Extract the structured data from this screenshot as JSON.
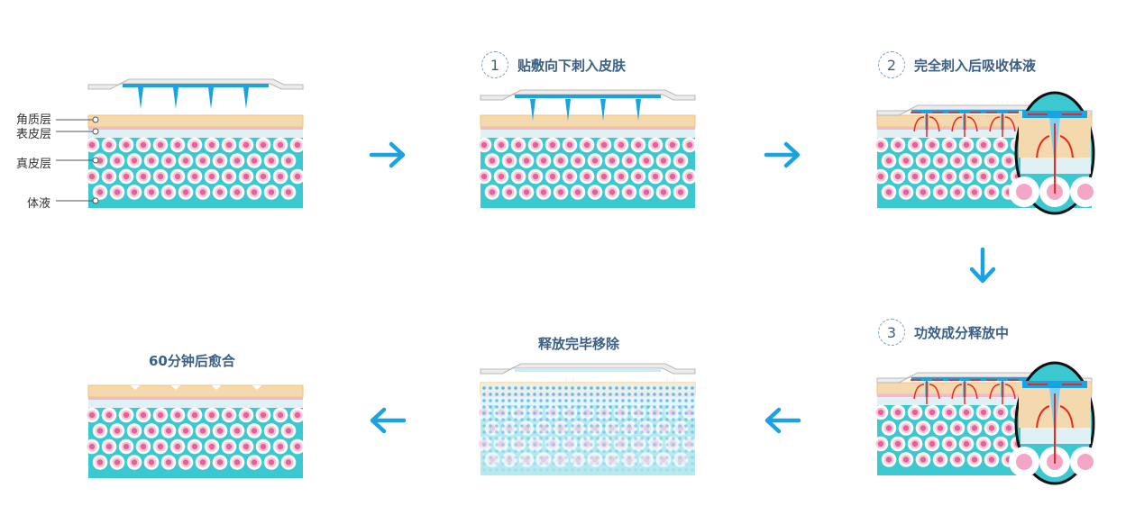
{
  "layer_labels": [
    "角质层",
    "表皮层",
    "真皮层",
    "体液"
  ],
  "steps": [
    {
      "number": "1",
      "label": "贴敷向下刺入皮肤"
    },
    {
      "number": "2",
      "label": "完全刺入后吸收体液"
    },
    {
      "number": "3",
      "label": "功效成分释放中"
    }
  ],
  "titles": {
    "released": "释放完毕移除",
    "healed": "60分钟后愈合"
  },
  "colors": {
    "arrow": "#1aa3e0",
    "corneum": "#f5d9ae",
    "dermis": "#3cc8d0",
    "cell": "#e8609a",
    "needle": "#1aa3e0",
    "absorb": "#e8291c"
  }
}
